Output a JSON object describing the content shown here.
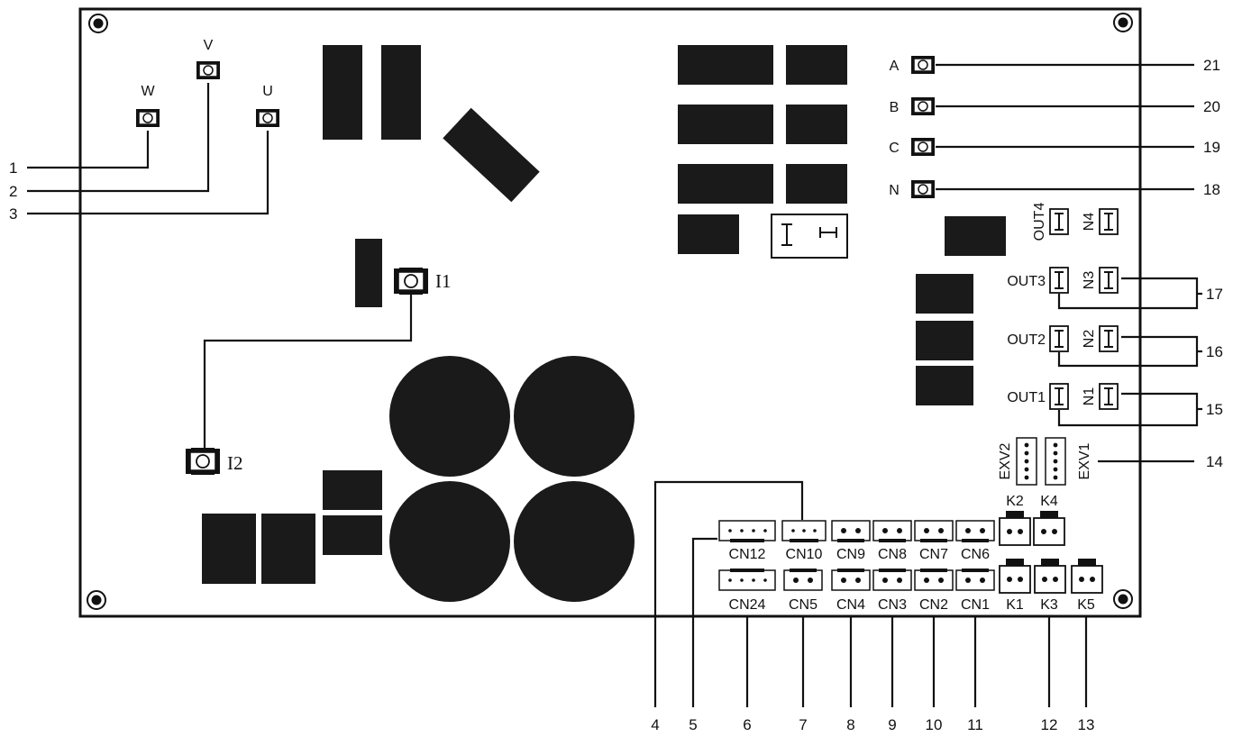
{
  "terminals": {
    "w": "W",
    "v": "V",
    "u": "U",
    "a": "A",
    "b": "B",
    "c": "C",
    "n": "N",
    "i1": "I1",
    "i2": "I2"
  },
  "outputs": {
    "out4": "OUT4",
    "n4": "N4",
    "out3": "OUT3",
    "n3": "N3",
    "out2": "OUT2",
    "n2": "N2",
    "out1": "OUT1",
    "n1": "N1"
  },
  "exv": {
    "exv1": "EXV1",
    "exv2": "EXV2"
  },
  "connectors_top": [
    "CN12",
    "CN10",
    "CN9",
    "CN8",
    "CN7",
    "CN6"
  ],
  "connectors_bottom": [
    "CN24",
    "CN5",
    "CN4",
    "CN3",
    "CN2",
    "CN1"
  ],
  "relays": {
    "k1": "K1",
    "k2": "K2",
    "k3": "K3",
    "k4": "K4",
    "k5": "K5"
  },
  "callouts_left": [
    "1",
    "2",
    "3"
  ],
  "callouts_right": [
    "21",
    "20",
    "19",
    "18",
    "17",
    "16",
    "15",
    "14"
  ],
  "callouts_bottom": [
    "4",
    "5",
    "6",
    "7",
    "8",
    "9",
    "10",
    "11",
    "12",
    "13"
  ],
  "colors": {
    "component": "#1a1a1a",
    "line": "#111111",
    "background": "#ffffff"
  }
}
